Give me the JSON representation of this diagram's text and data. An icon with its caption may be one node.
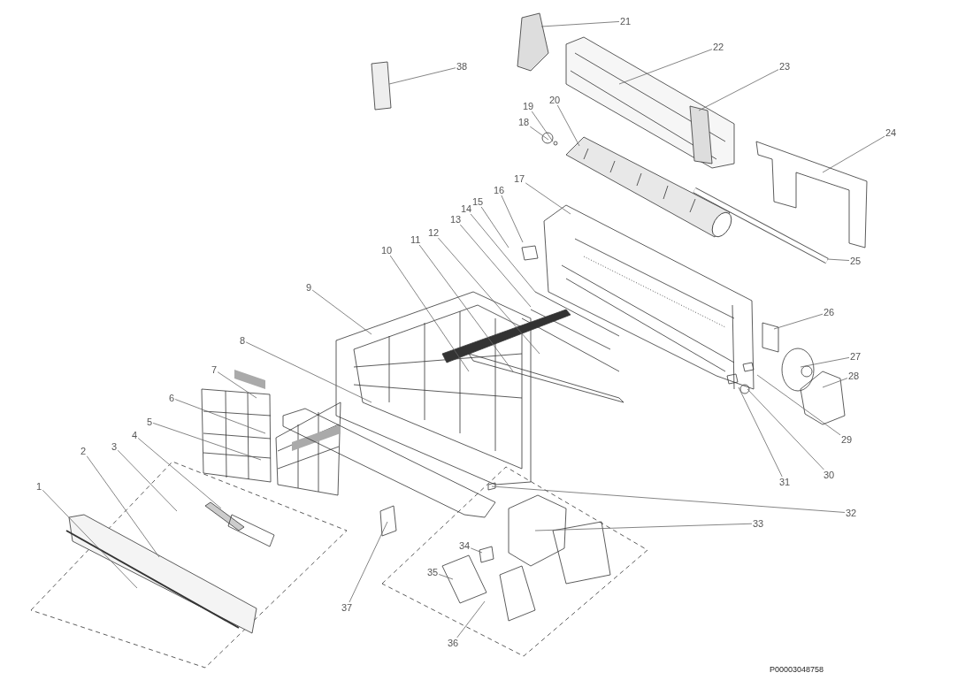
{
  "diagram": {
    "nodes": [
      {
        "text": [
          "1"
        ]
      },
      {
        "text": [
          "2"
        ]
      },
      {
        "text": [
          "3"
        ]
      },
      {
        "text": [
          "4"
        ]
      },
      {
        "text": [
          "5"
        ]
      },
      {
        "text": [
          "6"
        ]
      },
      {
        "text": [
          "7"
        ]
      },
      {
        "text": [
          "8"
        ]
      },
      {
        "text": [
          "9"
        ]
      },
      {
        "text": [
          "10"
        ]
      },
      {
        "text": [
          "11"
        ]
      },
      {
        "text": [
          "12"
        ]
      },
      {
        "text": [
          "13"
        ]
      },
      {
        "text": [
          "14"
        ]
      },
      {
        "text": [
          "15"
        ]
      },
      {
        "text": [
          "16"
        ]
      },
      {
        "text": [
          "17"
        ]
      },
      {
        "text": [
          "18"
        ]
      },
      {
        "text": [
          "19"
        ]
      },
      {
        "text": [
          "20"
        ]
      },
      {
        "text": [
          "21"
        ]
      },
      {
        "text": [
          "22"
        ]
      },
      {
        "text": [
          "23"
        ]
      },
      {
        "text": [
          "24"
        ]
      },
      {
        "text": [
          "25"
        ]
      },
      {
        "text": [
          "26"
        ]
      },
      {
        "text": [
          "27"
        ]
      },
      {
        "text": [
          "28"
        ]
      },
      {
        "text": [
          "29"
        ]
      },
      {
        "text": [
          "30"
        ]
      },
      {
        "text": [
          "31"
        ]
      },
      {
        "text": [
          "32"
        ]
      },
      {
        "text": [
          "33"
        ]
      },
      {
        "text": [
          "34"
        ]
      },
      {
        "text": [
          "35"
        ]
      },
      {
        "text": [
          "36"
        ]
      },
      {
        "text": [
          "37"
        ]
      },
      {
        "text": [
          "38"
        ]
      }
    ],
    "edges": [
      {
        "from": 0,
        "to": null,
        "arrow": "none"
      },
      {
        "from": 1,
        "to": null,
        "arrow": "none"
      },
      {
        "from": 2,
        "to": null,
        "arrow": "none"
      },
      {
        "from": 3,
        "to": null,
        "arrow": "none"
      },
      {
        "from": 4,
        "to": null,
        "arrow": "none"
      },
      {
        "from": 5,
        "to": null,
        "arrow": "none"
      },
      {
        "from": 6,
        "to": null,
        "arrow": "none"
      },
      {
        "from": 7,
        "to": null,
        "arrow": "none"
      },
      {
        "from": 8,
        "to": null,
        "arrow": "none"
      },
      {
        "from": 9,
        "to": null,
        "arrow": "none"
      },
      {
        "from": 10,
        "to": null,
        "arrow": "none"
      },
      {
        "from": 11,
        "to": null,
        "arrow": "none"
      },
      {
        "from": 12,
        "to": null,
        "arrow": "none"
      },
      {
        "from": 13,
        "to": null,
        "arrow": "none"
      },
      {
        "from": 14,
        "to": null,
        "arrow": "none"
      },
      {
        "from": 15,
        "to": null,
        "arrow": "none"
      },
      {
        "from": 16,
        "to": null,
        "arrow": "none"
      },
      {
        "from": 17,
        "to": null,
        "arrow": "none"
      },
      {
        "from": 18,
        "to": null,
        "arrow": "none"
      },
      {
        "from": 19,
        "to": null,
        "arrow": "none"
      },
      {
        "from": 20,
        "to": null,
        "arrow": "none"
      },
      {
        "from": 21,
        "to": null,
        "arrow": "none"
      },
      {
        "from": 22,
        "to": null,
        "arrow": "none"
      },
      {
        "from": 23,
        "to": null,
        "arrow": "none"
      },
      {
        "from": 24,
        "to": null,
        "arrow": "none"
      },
      {
        "from": 25,
        "to": null,
        "arrow": "none"
      },
      {
        "from": 26,
        "to": null,
        "arrow": "none"
      },
      {
        "from": 27,
        "to": null,
        "arrow": "none"
      },
      {
        "from": 28,
        "to": null,
        "arrow": "none"
      },
      {
        "from": 29,
        "to": null,
        "arrow": "none"
      },
      {
        "from": 30,
        "to": null,
        "arrow": "none"
      },
      {
        "from": 31,
        "to": null,
        "arrow": "none"
      },
      {
        "from": 32,
        "to": null,
        "arrow": "none"
      },
      {
        "from": 33,
        "to": null,
        "arrow": "none"
      },
      {
        "from": 34,
        "to": null,
        "arrow": "none"
      },
      {
        "from": 35,
        "to": null,
        "arrow": "none"
      },
      {
        "from": 36,
        "to": null,
        "arrow": "none"
      },
      {
        "from": 37,
        "to": null,
        "arrow": "none"
      }
    ],
    "labels": [
      "P00003048758"
    ]
  }
}
